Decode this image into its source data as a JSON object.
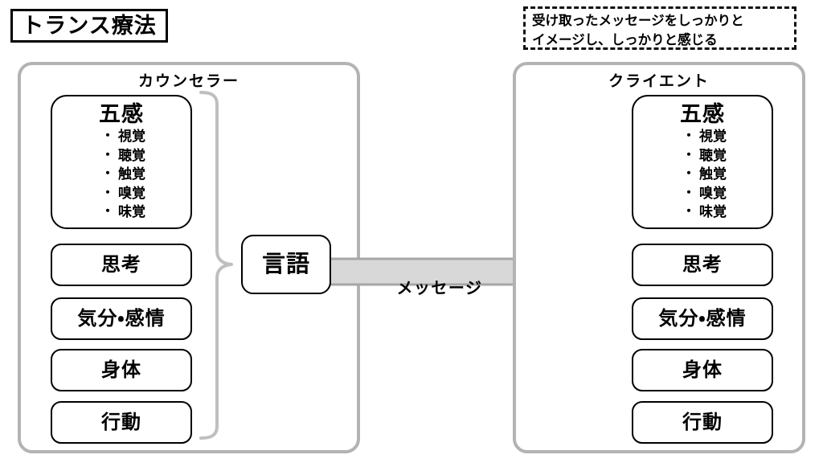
{
  "diagram": {
    "title": "トランス療法",
    "note": {
      "lines": [
        "受け取ったメッセージをしっかりと",
        "イメージし、しっかりと感じる"
      ]
    },
    "message": {
      "arrow_label": "メッセージ",
      "language_box": "言語"
    },
    "colors": {
      "panel_border": "#b3b3b3",
      "box_border": "#000000",
      "arrow_fill": "#d8d8d8",
      "arrow_stroke": "#a6a6a6",
      "brace": "#bfbfbf",
      "background": "#ffffff",
      "text": "#000000"
    },
    "panels": [
      {
        "id": "counselor",
        "title": "カウンセラー",
        "senses": {
          "heading": "五感",
          "items": [
            "視覚",
            "聴覚",
            "触覚",
            "嗅覚",
            "味覚"
          ],
          "bullet": "・"
        },
        "components": [
          "思考",
          "気分・感情",
          "身体",
          "行動"
        ]
      },
      {
        "id": "client",
        "title": "クライエント",
        "senses": {
          "heading": "五感",
          "items": [
            "視覚",
            "聴覚",
            "触覚",
            "嗅覚",
            "味覚"
          ],
          "bullet": "・"
        },
        "components": [
          "思考",
          "気分・感情",
          "身体",
          "行動"
        ]
      }
    ]
  }
}
